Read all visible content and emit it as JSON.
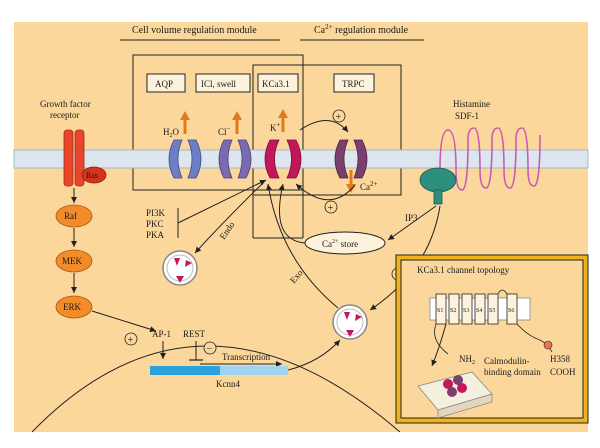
{
  "modules": {
    "cell_volume": "Cell volume regulation module",
    "ca_prefix": "Ca",
    "ca_sup": "2+",
    "ca_suffix": " regulation module"
  },
  "channels": {
    "aqp": "AQP",
    "icl": "ICl, swell",
    "kca": "KCa3.1",
    "trpc": "TRPC"
  },
  "ions": {
    "h2o_base": "H",
    "h2o_sub": "2",
    "h2o_end": "O",
    "cl": "Cl",
    "cl_sup": "−",
    "k": "K",
    "k_sup": "+",
    "ca": "Ca",
    "ca_sup": "2+"
  },
  "left_column": {
    "receptor_line1": "Growth factor",
    "receptor_line2": "receptor",
    "ras": "Ras",
    "raf": "Raf",
    "mek": "MEK",
    "erk": "ERK"
  },
  "kinases": [
    "PI3K",
    "PKC",
    "PKA"
  ],
  "right_top": {
    "histamine": "Histamine",
    "sdf": "SDF-1",
    "ip3": "IP3"
  },
  "center": {
    "ca_store_prefix": "Ca",
    "ca_store_sup": "2+",
    "ca_store_suffix": " store",
    "endo": "Endo",
    "exo": "Exo",
    "plus": "+",
    "minus": "−"
  },
  "nucleus": {
    "ap1": "AP-1",
    "rest": "REST",
    "transcription": "Transcription",
    "gene": "Kcnn4"
  },
  "topology": {
    "title": "KCa3.1 channel topology",
    "segments": [
      "S1",
      "S2",
      "S3",
      "S4",
      "S5",
      "S6"
    ],
    "nh2_base": "NH",
    "nh2_sub": "2",
    "calmodulin_line1": "Calmodulin-",
    "calmodulin_line2": "binding domain",
    "h358": "H358",
    "cooh": "COOH"
  },
  "colors": {
    "background": "#fbd79b",
    "membrane": "#dde6ee",
    "receptor_red": "#e8452a",
    "cascade_orange": "#f28c2a",
    "aqp_blue": "#6c7fc4",
    "icl_purple": "#7a6bb0",
    "kca_magenta": "#c2185b",
    "trpc_plum": "#7b3f6e",
    "gpcr_pink": "#c85ab8",
    "ip3r_teal": "#2f8f7e",
    "topology_gold": "#f2b21c",
    "gene_blue": "#2aa3dc",
    "gene_light": "#9fd4f0",
    "arrow_orange": "#e07b1a"
  }
}
